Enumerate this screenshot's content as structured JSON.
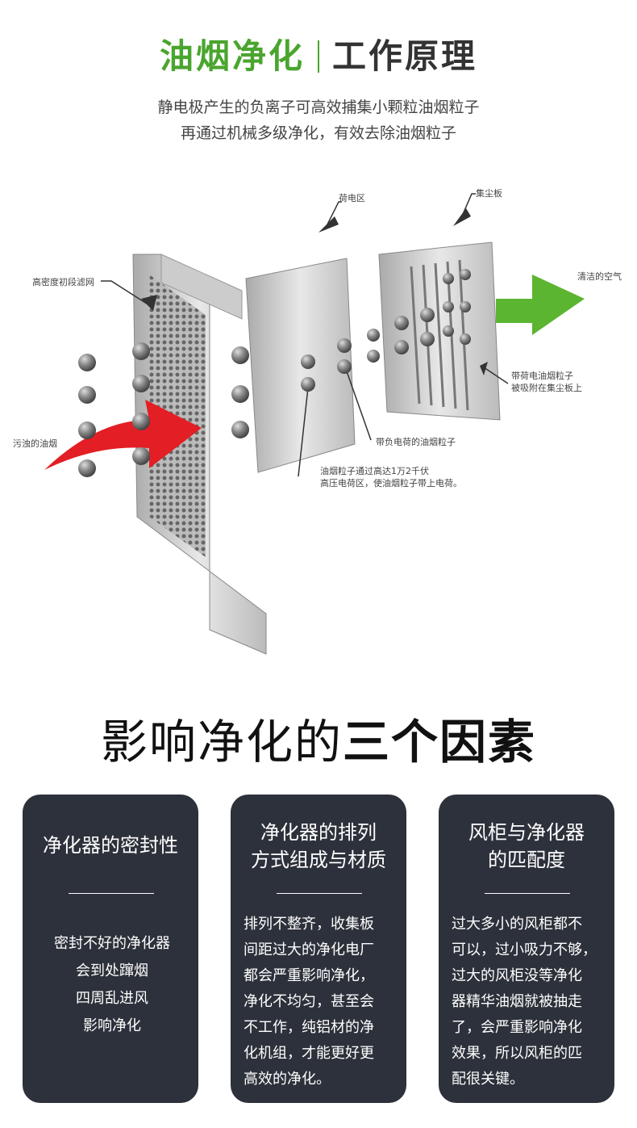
{
  "header": {
    "title_green": "油烟净化",
    "title_dark": "工作原理",
    "subtitle_lines": [
      "静电极产生的负离子可高效捕集小颗粒油烟粒子",
      "再通过机械多级净化，有效去除油烟粒子"
    ]
  },
  "diagram": {
    "labels": {
      "charge_zone": "荷电区",
      "collector": "集尘板",
      "prefilter": "高密度初段滤网",
      "clean_air": "清洁的空气",
      "dirty_smoke": "污浊的油烟",
      "charged_adsorbed_1": "带荷电油烟粒子",
      "charged_adsorbed_2": "被吸附在集尘板上",
      "negative_particles": "带负电荷的油烟粒子",
      "high_voltage_1": "油烟粒子通过高达1万2千伏",
      "high_voltage_2": "高压电荷区，使油烟粒子带上电荷。"
    },
    "colors": {
      "inflow": "#e31e24",
      "outflow": "#5cb531"
    }
  },
  "factors": {
    "title_normal": "影响净化的",
    "title_bold": "三个因素",
    "cards": [
      {
        "title": [
          "净化器的密封性"
        ],
        "body": [
          "密封不好的净化器",
          "会到处蹿烟",
          "四周乱进风",
          "影响净化"
        ]
      },
      {
        "title": [
          "净化器的排列",
          "方式组成与材质"
        ],
        "body": [
          "排列不整齐，收集板",
          "间距过大的净化电厂",
          "都会严重影响净化，",
          "净化不均匀，甚至会",
          "不工作，纯铝材的净",
          "化机组，才能更好更",
          "高效的净化。"
        ]
      },
      {
        "title": [
          "风柜与净化器",
          "的匹配度"
        ],
        "body": [
          "过大多小的风柜都不",
          "可以，过小吸力不够，",
          "过大的风柜没等净化",
          "器精华油烟就被抽走",
          "了，会严重影响净化",
          "效果，所以风柜的匹",
          "配很关键。"
        ]
      }
    ]
  }
}
